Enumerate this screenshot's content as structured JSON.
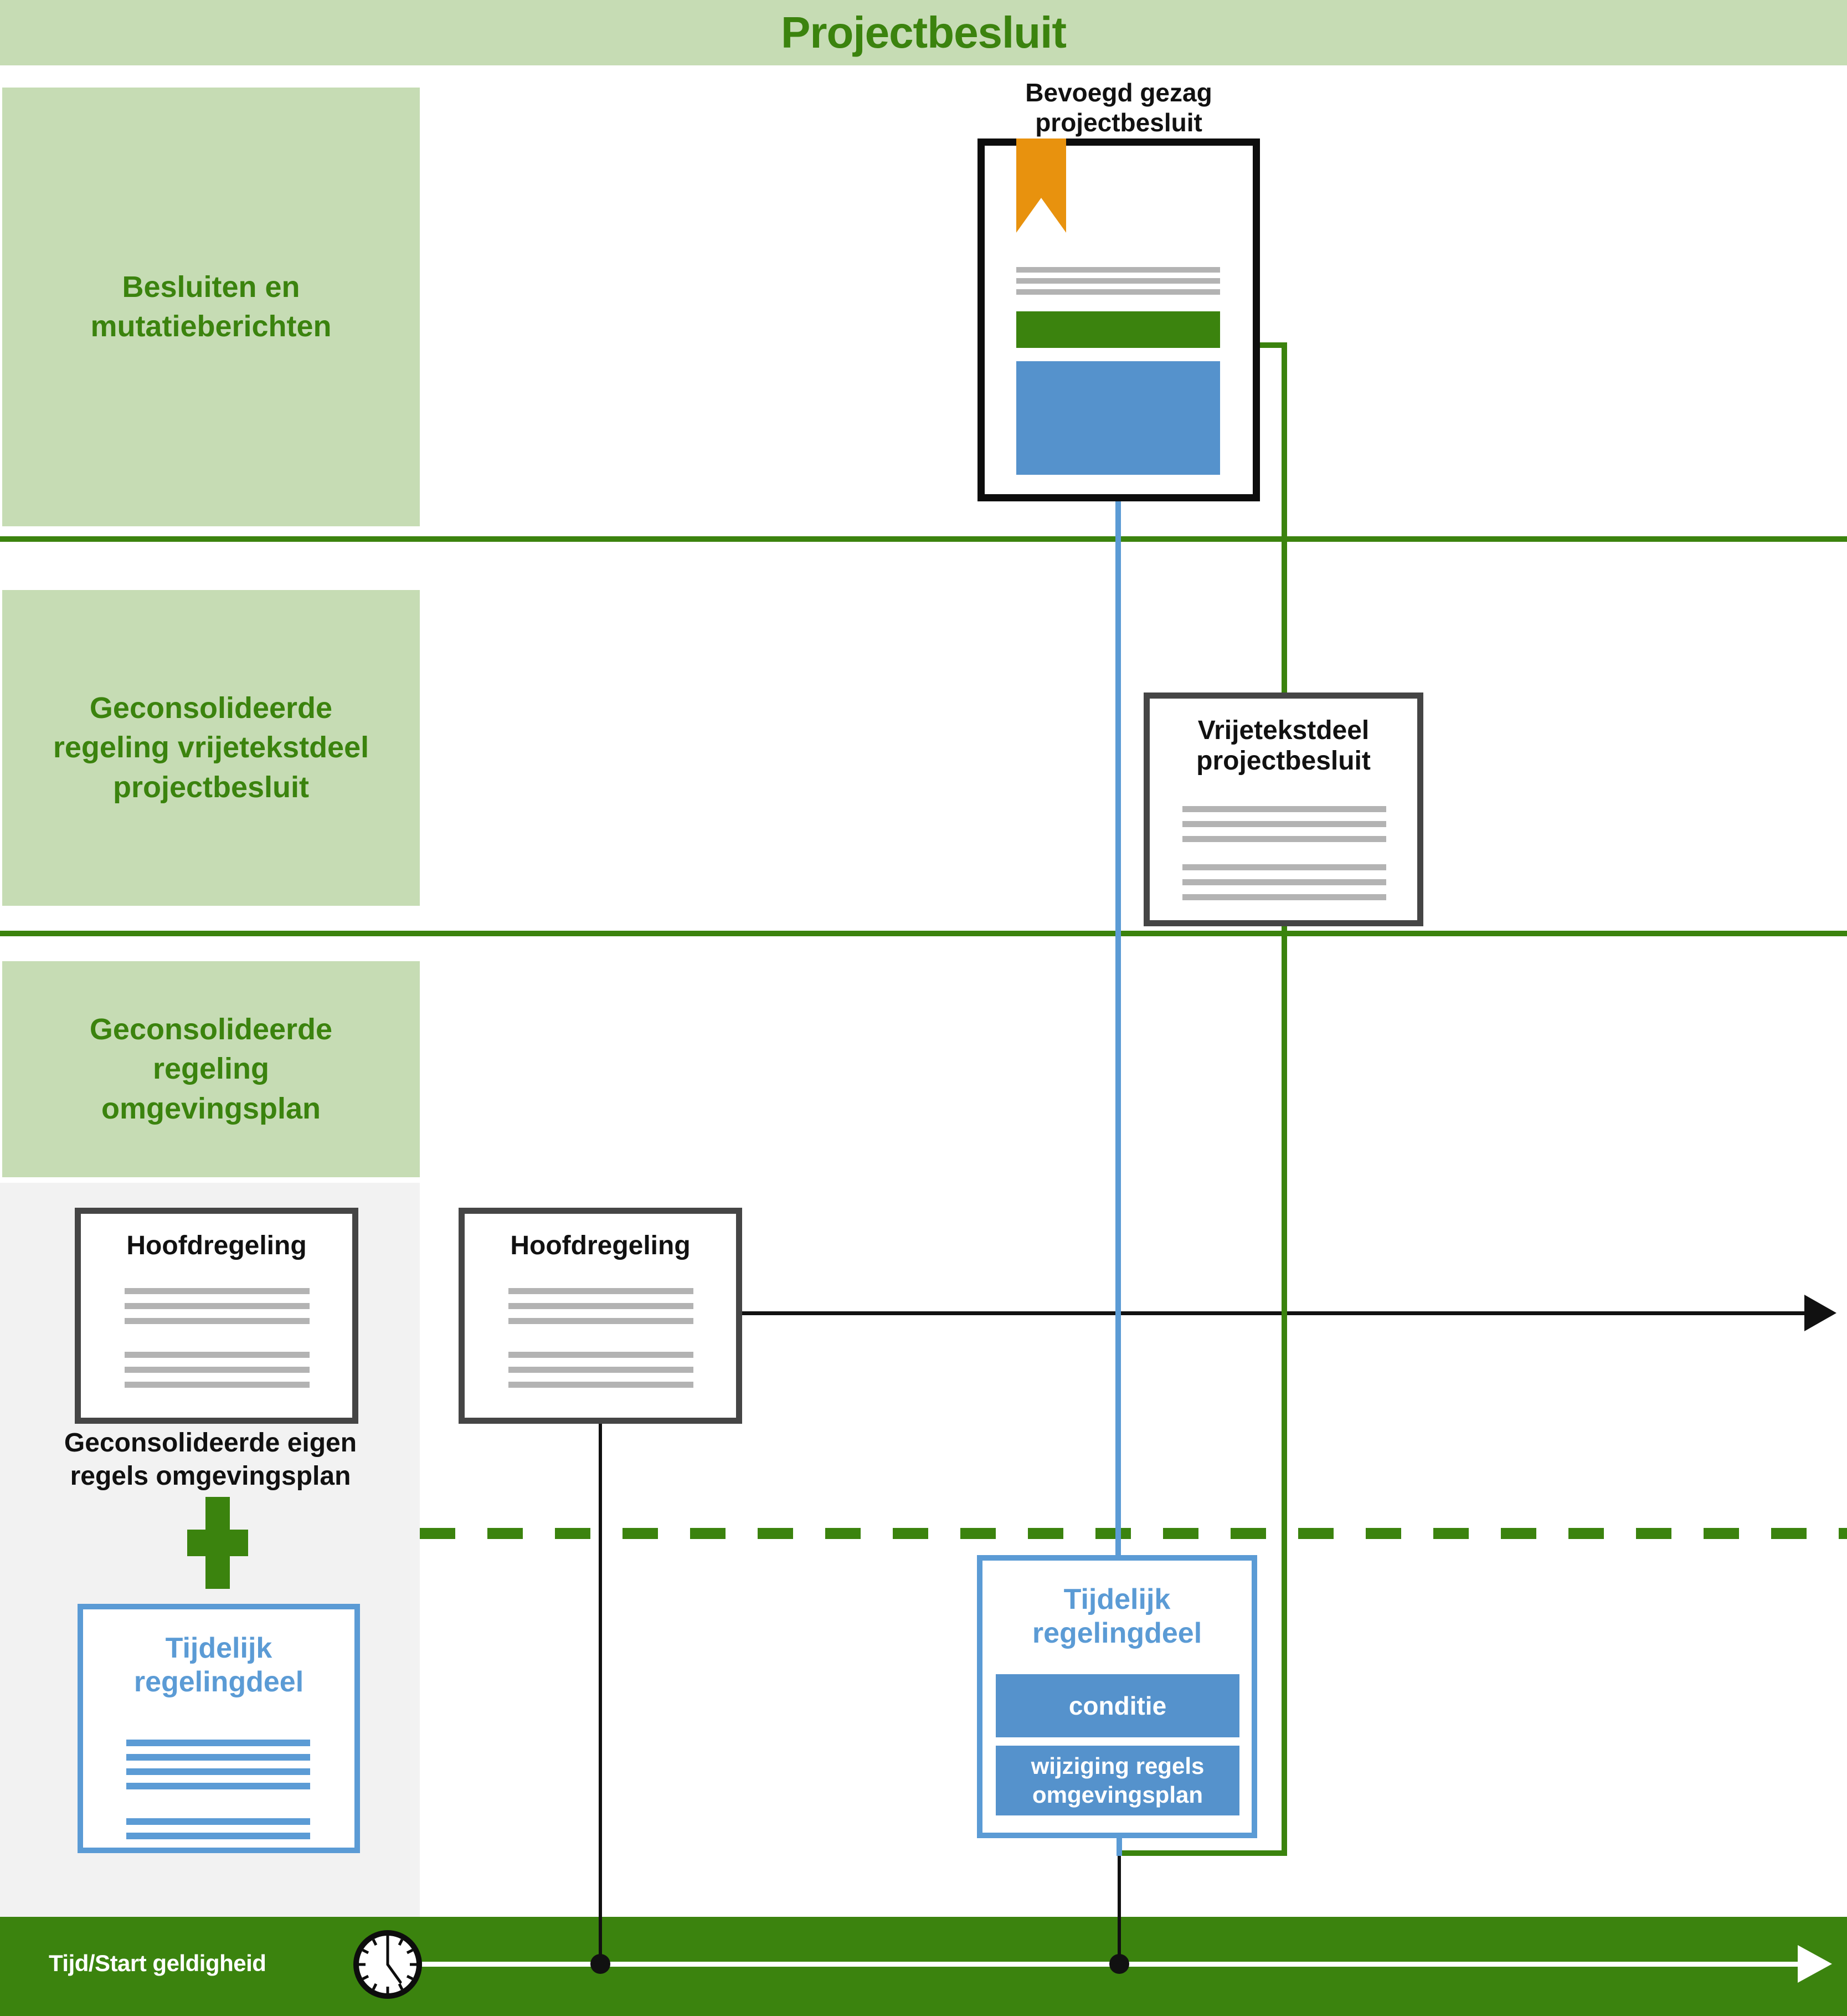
{
  "banner": {
    "title": "Projectbesluit"
  },
  "sections": {
    "row1": {
      "label": "Besluiten en mutatieberichten"
    },
    "row2": {
      "label": "Geconsolideerde regeling vrijetekstdeel projectbesluit"
    },
    "row3": {
      "label": "Geconsolideerde regeling omgevingsplan"
    }
  },
  "besluit_document": {
    "caption": "Bevoegd gezag projectbesluit"
  },
  "vrijetekstdeel_box": {
    "title": "Vrijetekstdeel projectbesluit"
  },
  "hoofdregeling_consolidated": {
    "title": "Hoofdregeling"
  },
  "hoofdregeling_timeline": {
    "title": "Hoofdregeling"
  },
  "eigen_regels": {
    "caption": "Geconsolideerde eigen regels omgevingsplan"
  },
  "tijdelijk_consolidated": {
    "title": "Tijdelijk regelingdeel"
  },
  "tijdelijk_timeline": {
    "title": "Tijdelijk regelingdeel",
    "conditie_label": "conditie",
    "wijziging_label": "wijziging regels omgevingsplan"
  },
  "timeline": {
    "label": "Tijd/Start geldigheid"
  },
  "icons": {
    "bookmark": "bookmark-icon",
    "plus": "plus-icon",
    "clock": "clock-icon"
  },
  "colors": {
    "dark_green": "#3b830e",
    "light_green": "#c6dcb4",
    "blue": "#5b9bd5",
    "blue_fill": "#5592cc",
    "orange": "#e8920e",
    "gray_line": "#b3b3b3",
    "dark_border": "#454545",
    "column_gray": "#f2f2f2",
    "black": "#111111"
  }
}
